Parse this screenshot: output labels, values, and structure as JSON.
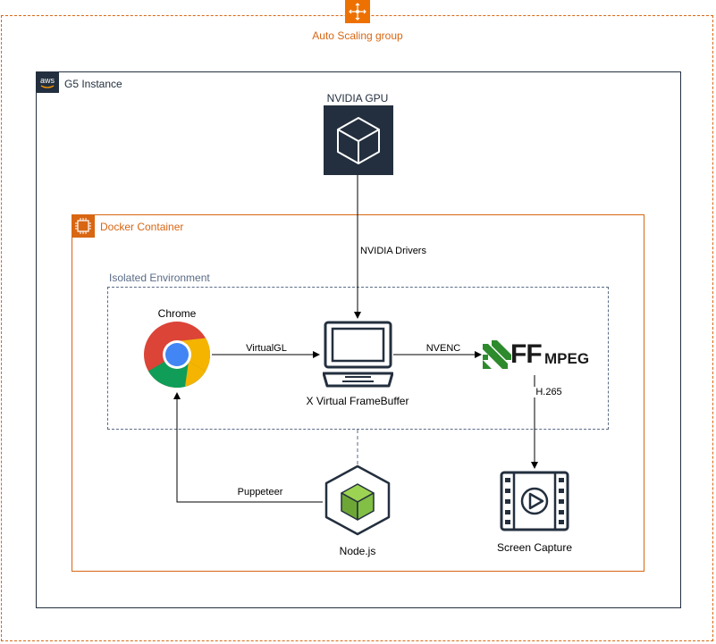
{
  "asg": {
    "label": "Auto Scaling group",
    "icon": "auto-scaling-icon"
  },
  "instance": {
    "label": "G5 Instance",
    "badge": "aws"
  },
  "gpu": {
    "label": "NVIDIA GPU",
    "icon": "cube-icon"
  },
  "docker": {
    "label": "Docker Container",
    "icon": "container-chip-icon"
  },
  "isolated": {
    "label": "Isolated Environment"
  },
  "chrome": {
    "label": "Chrome",
    "icon": "chrome-icon"
  },
  "xvfb": {
    "label": "X Virtual FrameBuffer",
    "icon": "monitor-icon"
  },
  "ffmpeg": {
    "logo_text_big": "FF",
    "logo_text_small": "MPEG",
    "icon": "ffmpeg-logo"
  },
  "nodejs": {
    "label": "Node.js",
    "icon": "nodejs-icon"
  },
  "screen_capture": {
    "label": "Screen Capture",
    "icon": "video-icon"
  },
  "edges": {
    "nvidia_drivers": "NVIDIA Drivers",
    "virtualgl": "VirtualGL",
    "nvenc": "NVENC",
    "h265": "H.265",
    "puppeteer": "Puppeteer"
  },
  "colors": {
    "asg_border": "#d86613",
    "docker_border": "#d86613",
    "isolated_border": "#5a6b86",
    "gpu_bg": "#232f3e",
    "ffmpeg_green": "#2d8a2d",
    "node_green": "#7fc242"
  }
}
